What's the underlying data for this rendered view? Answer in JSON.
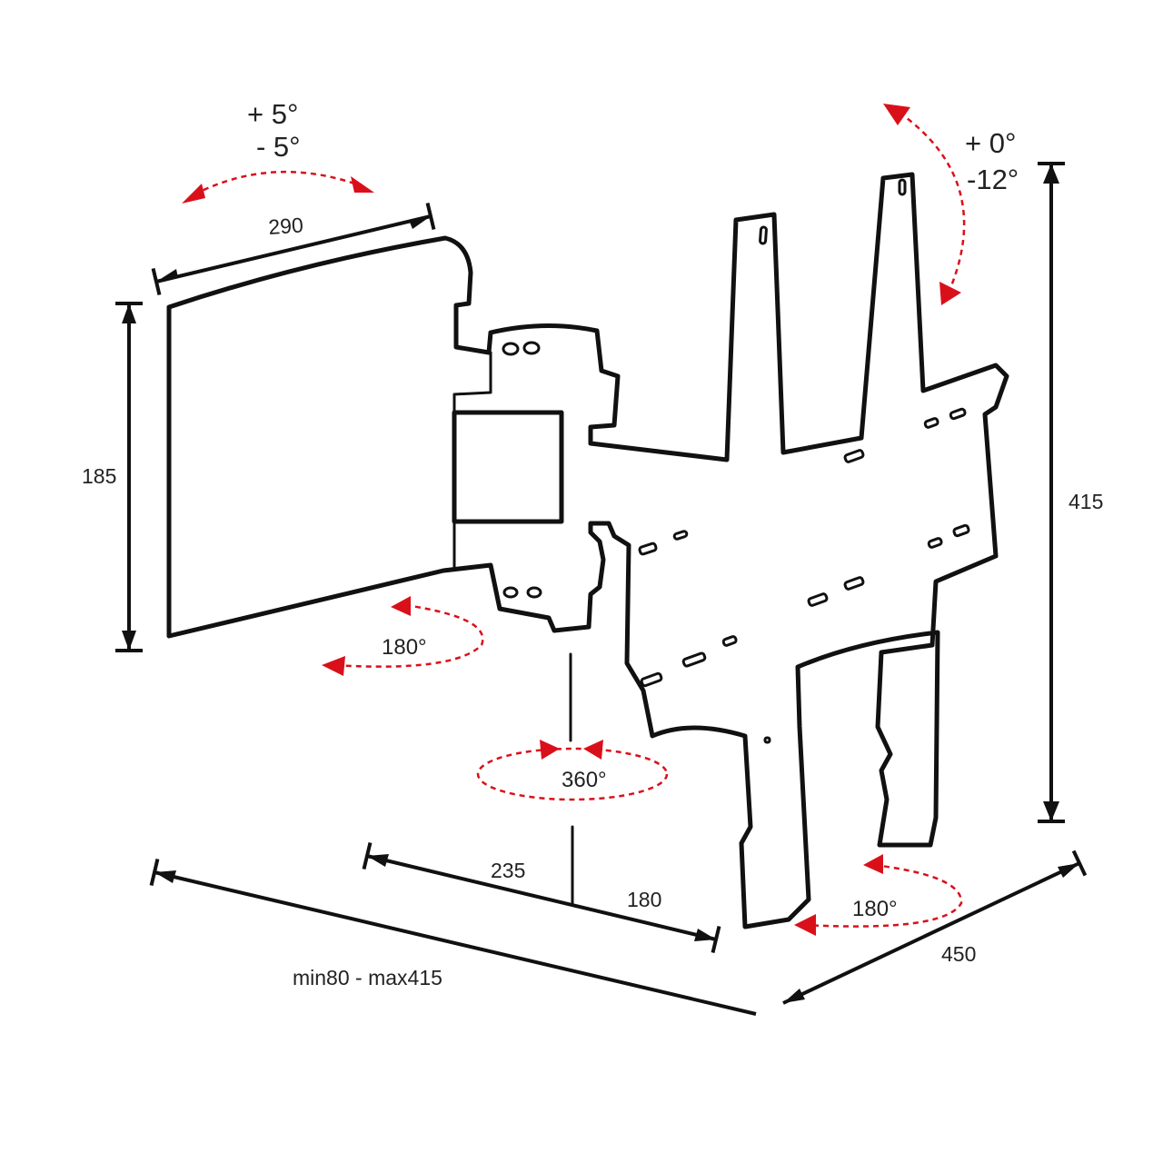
{
  "tilt_left": {
    "plus": "+ 5°",
    "minus": "- 5°"
  },
  "tilt_right": {
    "plus": "+ 0°",
    "minus": "-12°"
  },
  "dimensions": {
    "plate_width": "290",
    "plate_height": "185",
    "overall_height": "415",
    "depth_total": "450",
    "arm_first": "235",
    "arm_second": "180",
    "extension": "min80 - max415"
  },
  "rotations": {
    "wall_plate": "180°",
    "center": "360°",
    "tv_plate": "180°"
  },
  "colors": {
    "accent": "#d9101a",
    "ink": "#111111"
  }
}
